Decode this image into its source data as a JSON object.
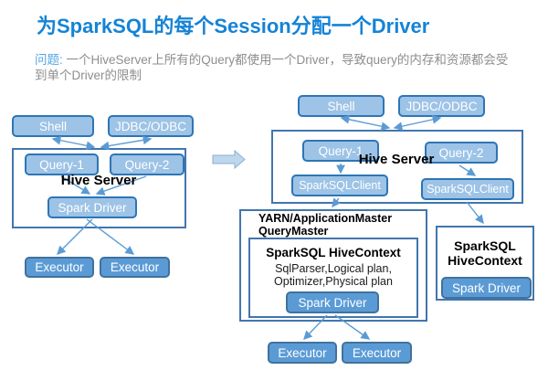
{
  "header": {
    "title": "为SparkSQL的每个Session分配一个Driver",
    "note_label": "问题:",
    "note_text": " 一个HiveServer上所有的Query都使用一个Driver，导致query的内存和资源都会受到单个Driver的限制"
  },
  "colors": {
    "title_blue": "#1583d6",
    "note_label_blue": "#55a6e3",
    "note_gray": "#8e8e8e",
    "box_light_fill": "#9dc3e6",
    "box_dark_fill": "#5b9bd5",
    "box_light_border": "#2e75b6",
    "box_dark_border": "#41719c",
    "container_border": "#4176ae",
    "arrow_blue": "#5b9bd5",
    "block_arrow_fill": "#bdd7ee"
  },
  "left": {
    "shell": "Shell",
    "jdbc": "JDBC/ODBC",
    "query1": "Query-1",
    "query2": "Query-2",
    "hive_label": "Hive Server",
    "spark_driver": "Spark Driver",
    "executor1": "Executor",
    "executor2": "Executor"
  },
  "right": {
    "shell": "Shell",
    "jdbc": "JDBC/ODBC",
    "query1": "Query-1",
    "query2": "Query-2",
    "hive_label": "Hive Server",
    "client1": "SparkSQLClient",
    "client2": "SparkSQLClient",
    "yarn_line1": "YARN/ApplicationMaster",
    "yarn_line2": "QueryMaster",
    "context_title": "SparkSQL HiveContext",
    "context_sub1": "SqlParser,Logical plan,",
    "context_sub2": "Optimizer,Physical plan",
    "spark_driver": "Spark Driver",
    "executor1": "Executor",
    "executor2": "Executor",
    "side_title1": "SparkSQL",
    "side_title2": "HiveContext",
    "side_spark_driver": "Spark Driver"
  }
}
